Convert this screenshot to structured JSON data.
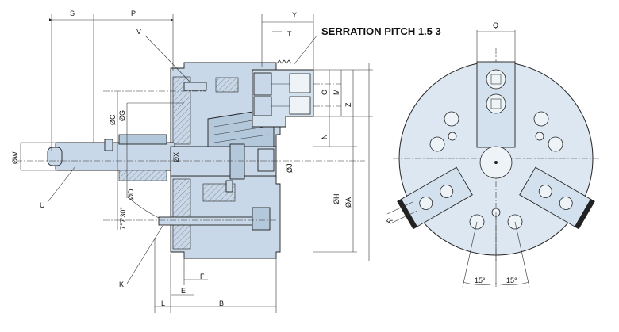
{
  "title": "SERRATION PITCH 1.5  3",
  "labels": {
    "S": "S",
    "P": "P",
    "Y": "Y",
    "T": "T",
    "V": "V",
    "Q": "Q",
    "M": "M",
    "Z": "Z",
    "O": "O",
    "N": "N",
    "C": "ØC",
    "G": "ØG",
    "W": "ØW",
    "X": "ØX",
    "J": "ØJ",
    "H": "ØH",
    "A": "ØA",
    "D": "ØD",
    "U": "U",
    "K": "K",
    "F": "F",
    "E": "E",
    "L": "L",
    "B": "B",
    "R": "R",
    "angle": "7°7'30\"",
    "angle_left": "15°",
    "angle_right": "15°"
  }
}
